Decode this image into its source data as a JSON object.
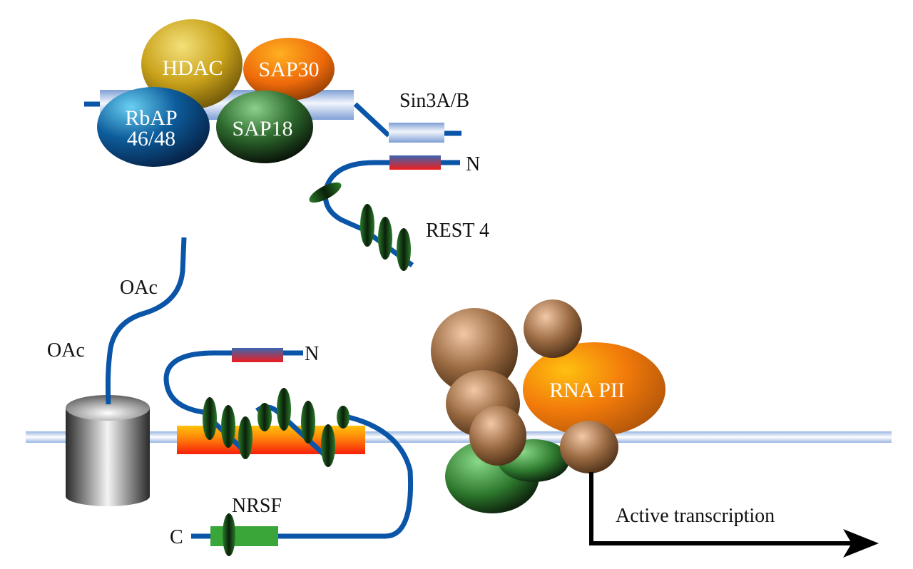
{
  "diagram": {
    "title": "NRSF/REST repression and REST4 activation model",
    "colors": {
      "tether": "#0a55a8",
      "dna": "#aac4e8",
      "hdac": "#c9a21a",
      "sap30": "#ee6a0a",
      "rbap": "#0d5d9c",
      "sap18": "#2e7a2e",
      "rna_pol": "#f27a0a",
      "brown_factor": "#9a6a42",
      "zinc_finger": "#1f6a1f",
      "repressor_domain_top": "#3a66b0",
      "repressor_domain_bottom": "#ee1c1c",
      "nrsf_c_domain": "#3aa63a",
      "nucleosome": "#9a9a9a",
      "arrow": "#000000"
    },
    "corepressor_complex": {
      "scaffold_label": "Sin3A/B",
      "proteins": [
        "HDAC",
        "SAP30",
        "SAP18"
      ],
      "rbap_line1": "RbAP",
      "rbap_line2": "46/48"
    },
    "rest4": {
      "label": "REST 4",
      "n_terminus": "N"
    },
    "nrsf": {
      "label": "NRSF",
      "n_terminus": "N",
      "c_terminus": "C"
    },
    "histone": {
      "acetyl_labels": [
        "OAc",
        "OAc"
      ]
    },
    "polymerase": {
      "label": "RNA PII"
    },
    "transcription": {
      "label": "Active transcription"
    }
  }
}
